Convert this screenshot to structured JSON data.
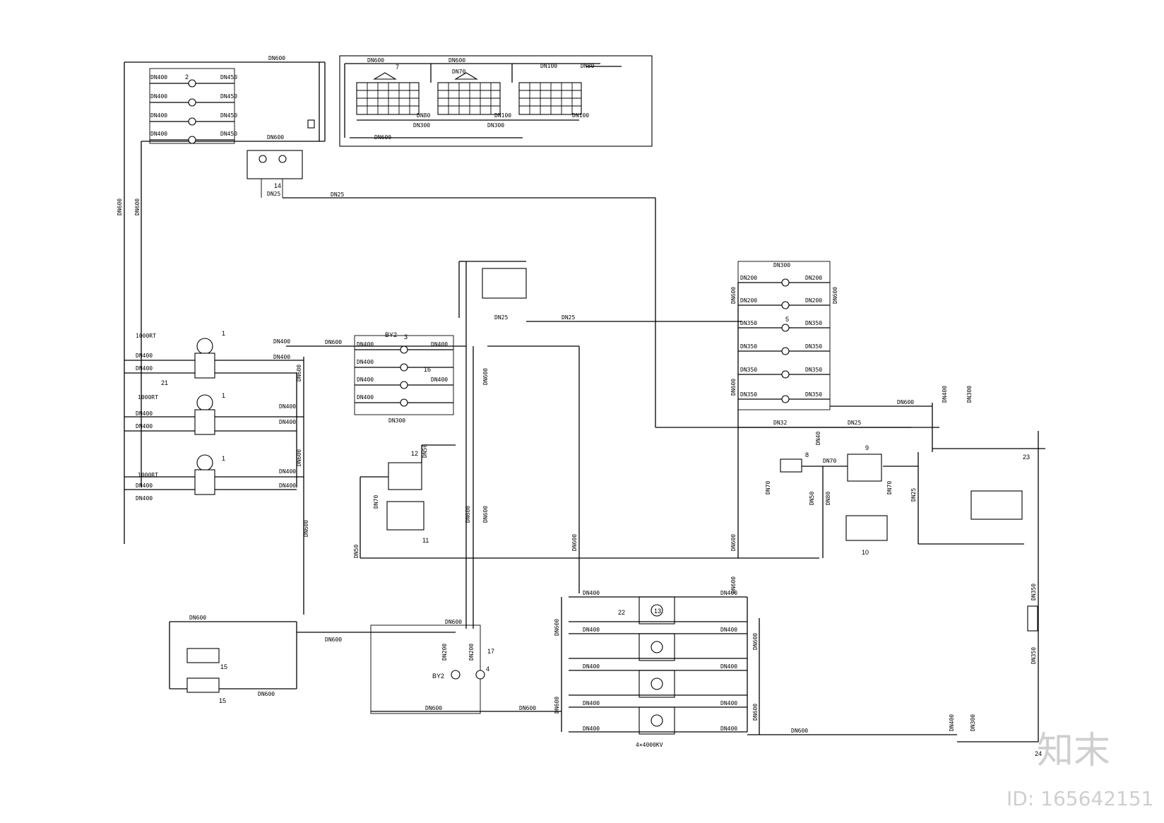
{
  "pipe_labels": {
    "dn600": "DN600",
    "dn400": "DN400",
    "dn450": "DN450",
    "dn350": "DN350",
    "dn300": "DN300",
    "dn200": "DN200",
    "dn100": "DN100",
    "dn80": "DN80",
    "dn70": "DN70",
    "dn50": "DN50",
    "dn40": "DN40",
    "dn32": "DN32",
    "dn25": "DN25"
  },
  "chiller_labels": [
    "1000RT",
    "1000RT",
    "1000RT"
  ],
  "transformer_label": "4×4000KV",
  "callouts": [
    "1",
    "2",
    "3",
    "4",
    "5",
    "7",
    "8",
    "9",
    "10",
    "11",
    "12",
    "13",
    "14",
    "15",
    "16",
    "17",
    "21",
    "22",
    "23",
    "24"
  ],
  "markers": {
    "by2": "BY2"
  },
  "watermark": {
    "brand": "知末",
    "id": "ID: 165642151"
  }
}
